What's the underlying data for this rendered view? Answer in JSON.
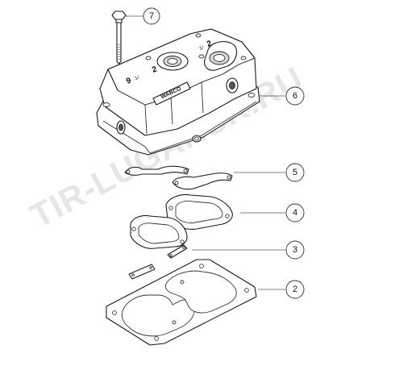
{
  "watermark": "TIR-LUGANSK.RU",
  "head_markings": {
    "brand": "WABCO",
    "port_2": "2",
    "port_9": "9",
    "port_9_sub": "1/",
    "port_2_sub": "1/"
  },
  "callouts": [
    {
      "id": "callout-7",
      "label": "7"
    },
    {
      "id": "callout-6",
      "label": "6"
    },
    {
      "id": "callout-5",
      "label": "5"
    },
    {
      "id": "callout-4",
      "label": "4"
    },
    {
      "id": "callout-3",
      "label": "3"
    },
    {
      "id": "callout-2",
      "label": "2"
    }
  ]
}
